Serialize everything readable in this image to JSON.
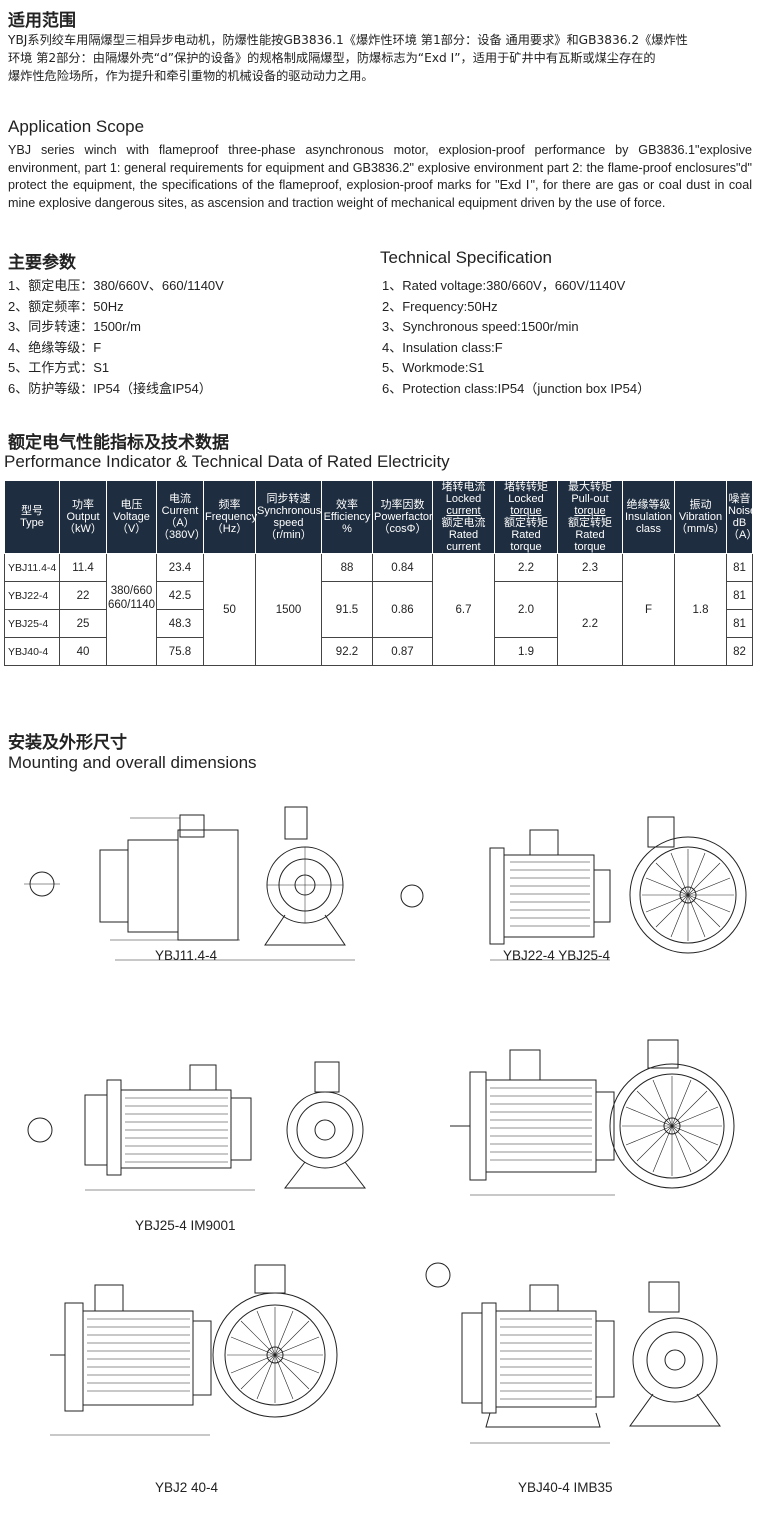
{
  "scope_zh": {
    "title": "适用范围",
    "lines": [
      "YBJ系列绞车用隔爆型三相异步电动机，防爆性能按GB3836.1《爆炸性环境 第1部分：设备 通用要求》和GB3836.2《爆炸性",
      "环境 第2部分：由隔爆外壳“d”保护的设备》的规格制成隔爆型，防爆标志为“Exd Ⅰ”，适用于矿井中有瓦斯或煤尘存在的",
      "爆炸性危险场所，作为提升和牵引重物的机械设备的驱动动力之用。"
    ]
  },
  "scope_en": {
    "title": "Application Scope",
    "text": "YBJ series winch with flameproof three-phase asynchronous motor, explosion-proof performance by GB3836.1\"explosive environment, part 1: general requirements for equipment and GB3836.2\" explosive environment part 2: the flame-proof enclosures\"d\" protect the equipment, the specifications of the flameproof, explosion-proof marks for \"Exd Ⅰ\", for there are gas or coal dust in coal mine explosive dangerous sites, as ascension and traction weight of mechanical equipment driven by the use of force."
  },
  "params_zh": {
    "title": "主要参数",
    "items": [
      "1、额定电压：380/660V、660/1140V",
      "2、额定频率：50Hz",
      "3、同步转速：1500r/m",
      "4、绝缘等级：F",
      "5、工作方式：S1",
      "6、防护等级：IP54（接线盒IP54）"
    ]
  },
  "params_en": {
    "title": "Technical Specification",
    "items": [
      "1、Rated voltage:380/660V，660V/1140V",
      "2、Frequency:50Hz",
      "3、Synchronous speed:1500r/min",
      "4、Insulation class:F",
      "5、Workmode:S1",
      "6、Protection class:IP54（junction box IP54）"
    ]
  },
  "perf": {
    "title_zh": "额定电气性能指标及技术数据",
    "title_en": "Performance Indicator & Technical Data of Rated Electricity",
    "headers": {
      "type": [
        "型号",
        "Type"
      ],
      "output": [
        "功率",
        "Output",
        "（kW）"
      ],
      "voltage": [
        "电压",
        "Voltage",
        "（V）"
      ],
      "current": [
        "电流",
        "Current",
        "（A）",
        "（380V）"
      ],
      "frequency": [
        "频率",
        "Frequency",
        "（Hz）"
      ],
      "speed": [
        "同步转速",
        "Synchronous",
        "speed",
        "（r/min）"
      ],
      "efficiency": [
        "效率",
        "Efficiency",
        "%"
      ],
      "pf": [
        "功率因数",
        "Powerfactor",
        "（cosΦ）"
      ],
      "locked_current": [
        "堵转电流",
        "Locked",
        "current",
        "额定电流",
        "Rated",
        "current"
      ],
      "locked_torque": [
        "堵转转矩",
        "Locked",
        "torque",
        "额定转矩",
        "Rated",
        "torque"
      ],
      "pullout": [
        "最大转矩",
        "Pull-out",
        "torque",
        "额定转矩",
        "Rated",
        "torque"
      ],
      "insulation": [
        "绝缘等级",
        "Insulation",
        "class"
      ],
      "vibration": [
        "振动",
        "Vibration",
        "（mm/s）"
      ],
      "noise": [
        "噪音",
        "Noise",
        "dB（A）"
      ]
    },
    "rows": [
      {
        "type": "YBJ11.4-4",
        "output": "11.4",
        "current": "23.4",
        "efficiency": "88",
        "pf": "0.84",
        "locked_torque": "2.2",
        "pullout": "2.3",
        "noise": "81"
      },
      {
        "type": "YBJ22-4",
        "output": "22",
        "current": "42.5",
        "efficiency": "91.5",
        "pf": "0.86",
        "locked_torque": "2.0",
        "noise": "81"
      },
      {
        "type": "YBJ25-4",
        "output": "25",
        "current": "48.3",
        "noise": "81"
      },
      {
        "type": "YBJ40-4",
        "output": "40",
        "current": "75.8",
        "efficiency": "92.2",
        "pf": "0.87",
        "locked_torque": "1.9",
        "noise": "82"
      }
    ],
    "merged": {
      "voltage": "380/660\n660/1140",
      "frequency": "50",
      "speed": "1500",
      "locked_current": "6.7",
      "pullout_2": "2.2",
      "insulation": "F",
      "vibration": "1.8"
    }
  },
  "mount": {
    "title_zh": "安装及外形尺寸",
    "title_en": "Mounting and overall dimensions",
    "captions": [
      "YBJ11.4-4",
      "YBJ22-4    YBJ25-4",
      "YBJ25-4 IM9001",
      "YBJ2 40-4",
      "YBJ40-4 IMB35"
    ]
  }
}
